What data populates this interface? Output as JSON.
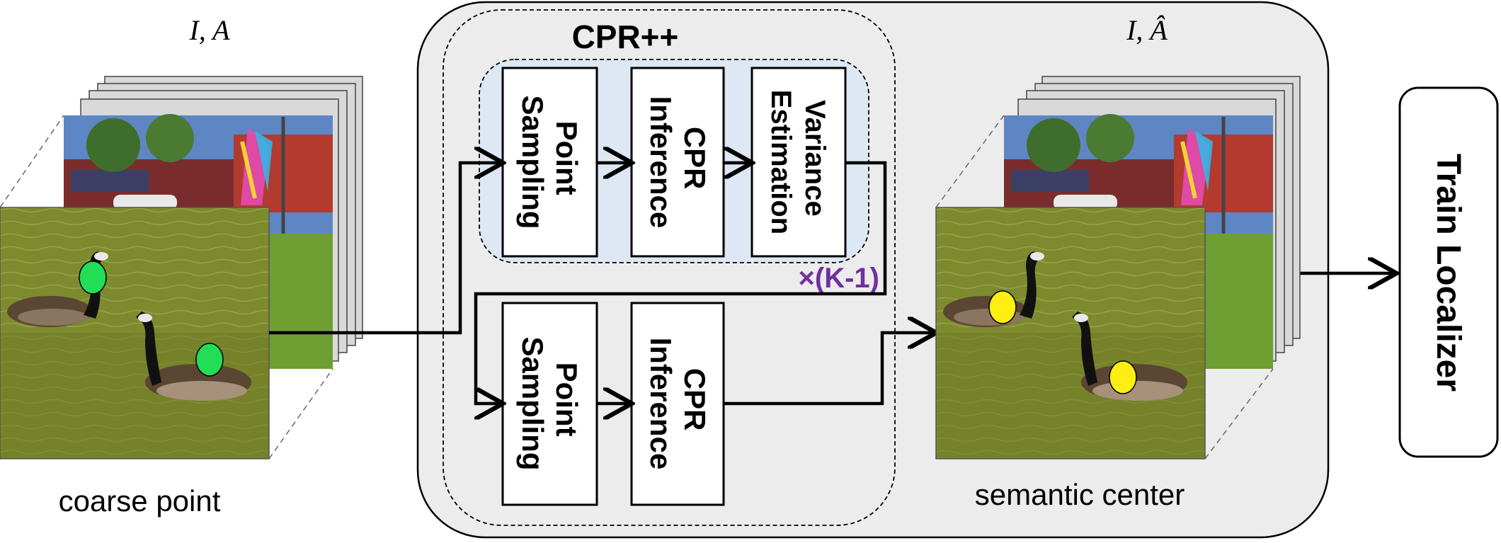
{
  "diagram": {
    "input_label": "I, A",
    "output_label": "I, Â",
    "coarse_caption": "coarse point",
    "semantic_caption": "semantic center",
    "module_title": "CPR++",
    "repeat_label": "×(K-1)",
    "iter_blocks": [
      {
        "line1": "Point",
        "line2": "Sampling"
      },
      {
        "line1": "CPR",
        "line2": "Inference"
      },
      {
        "line1": "Variance",
        "line2": "Estimation"
      }
    ],
    "final_blocks": [
      {
        "line1": "Point",
        "line2": "Sampling"
      },
      {
        "line1": "CPR",
        "line2": "Inference"
      }
    ],
    "localizer_label": "Train Localizer"
  },
  "colors": {
    "outer_panel": "#ececec",
    "inner_loop": "#dde8f4",
    "repeat_text": "#7030a0",
    "coarse_point": "#22dd55",
    "semantic_point": "#ffee11",
    "pond": "#7d8b2e"
  },
  "icons": [
    "goose-photo-stack",
    "kite-photo-layer",
    "arrow-icon"
  ]
}
